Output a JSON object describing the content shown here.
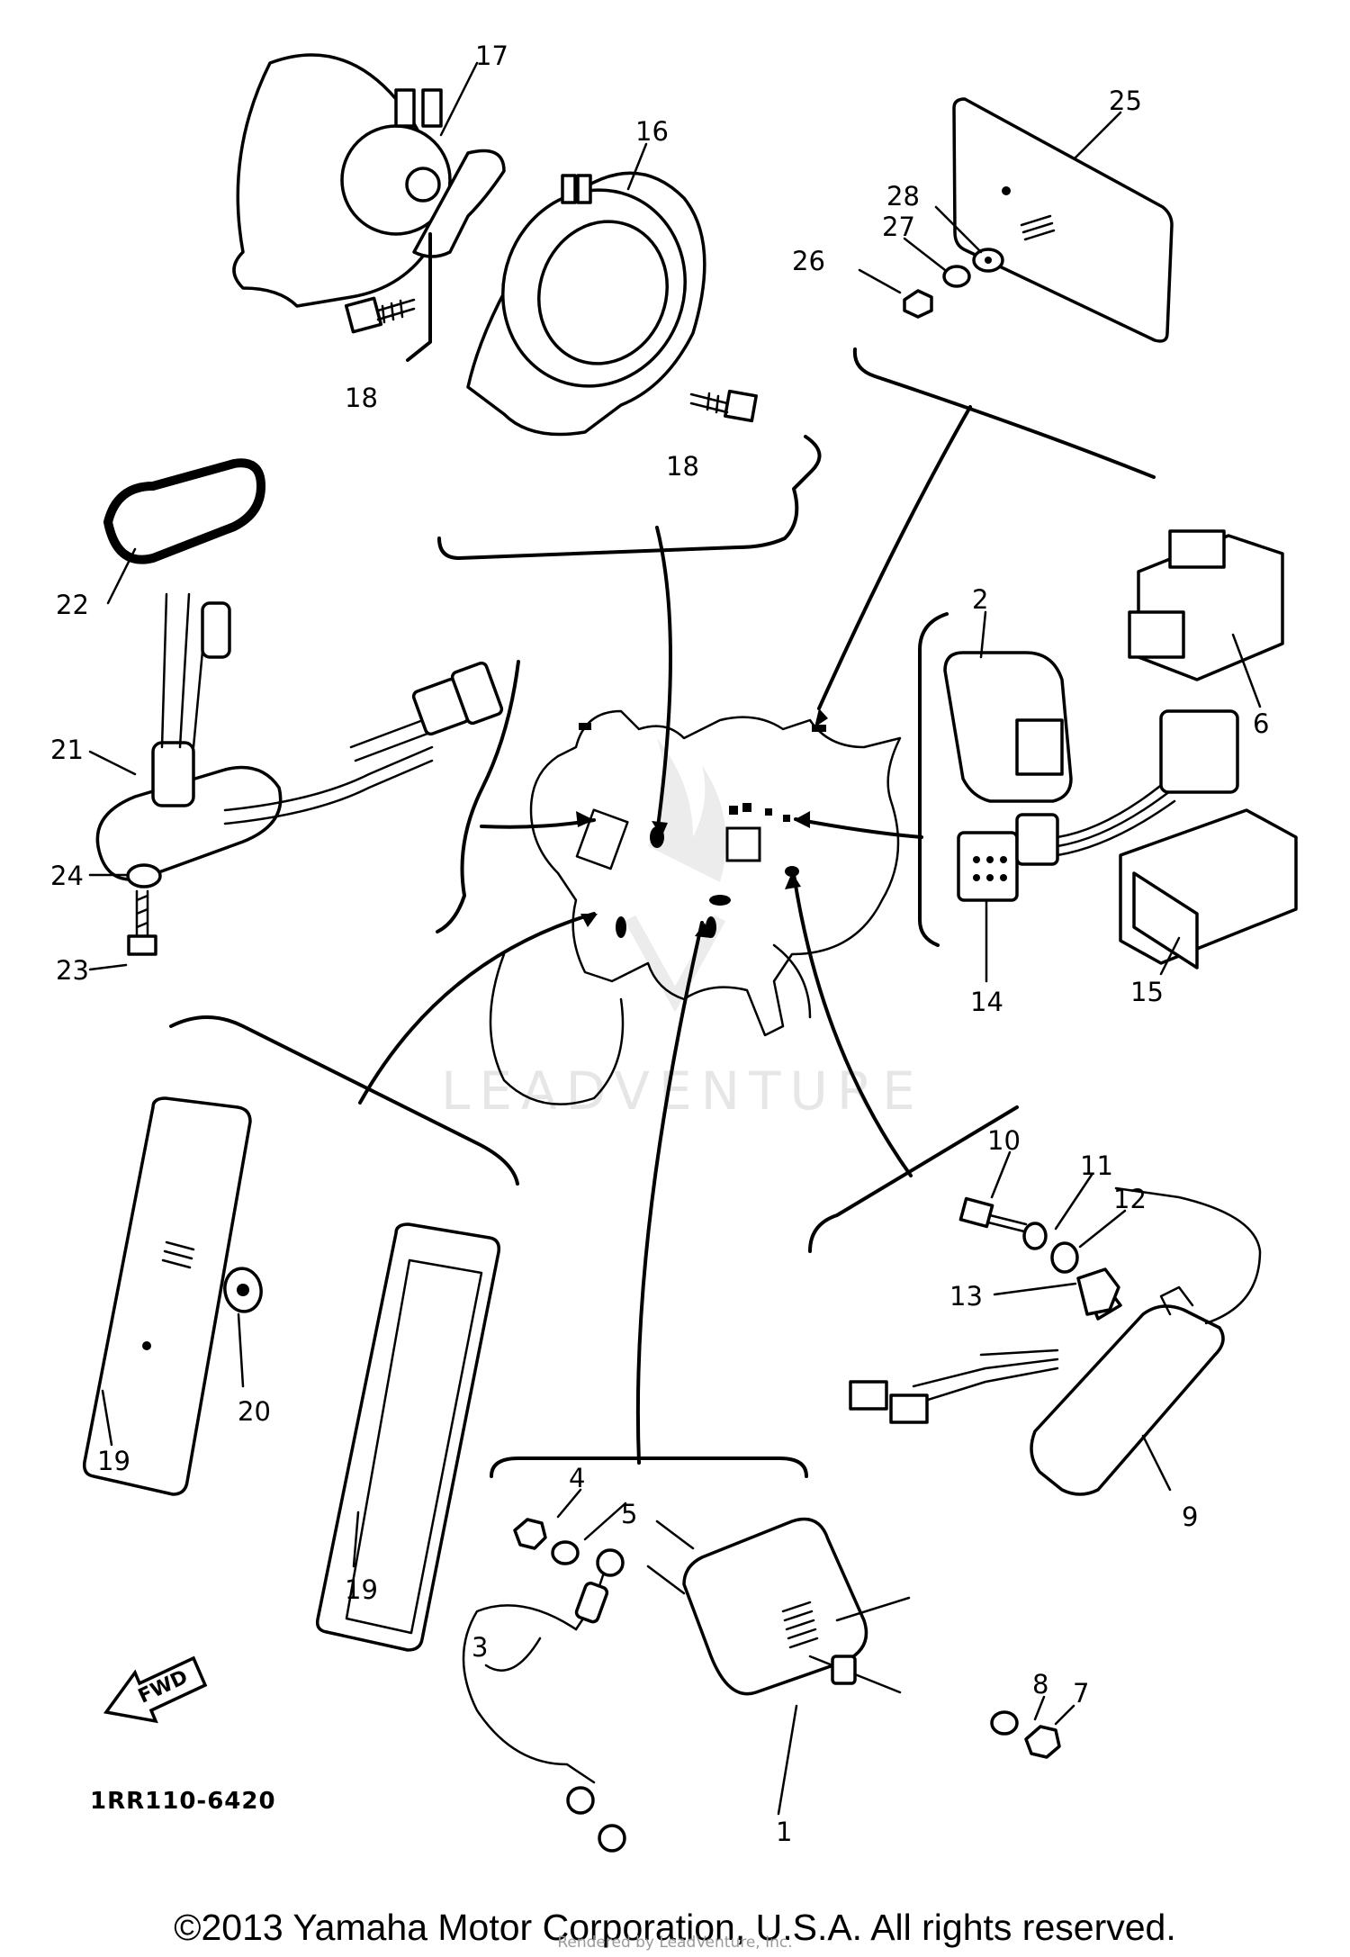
{
  "diagram": {
    "drawing_code": "1RR110-6420",
    "watermark": "LEADVENTURE",
    "fwd_label": "FWD",
    "callouts": {
      "c1": "1",
      "c2": "2",
      "c3": "3",
      "c4": "4",
      "c5": "5",
      "c6": "6",
      "c7": "7",
      "c8": "8",
      "c9": "9",
      "c10": "10",
      "c11": "11",
      "c12": "12",
      "c13": "13",
      "c14": "14",
      "c15": "15",
      "c16": "16",
      "c17": "17",
      "c18a": "18",
      "c18b": "18",
      "c19a": "19",
      "c19b": "19",
      "c20": "20",
      "c21": "21",
      "c22": "22",
      "c23": "23",
      "c24": "24",
      "c25": "25",
      "c26": "26",
      "c27": "27",
      "c28": "28"
    }
  },
  "footer": {
    "copyright": "©2013 Yamaha Motor Corporation, U.S.A. All rights reserved.",
    "rendered_by": "Rendered by LeadVenture, Inc."
  }
}
